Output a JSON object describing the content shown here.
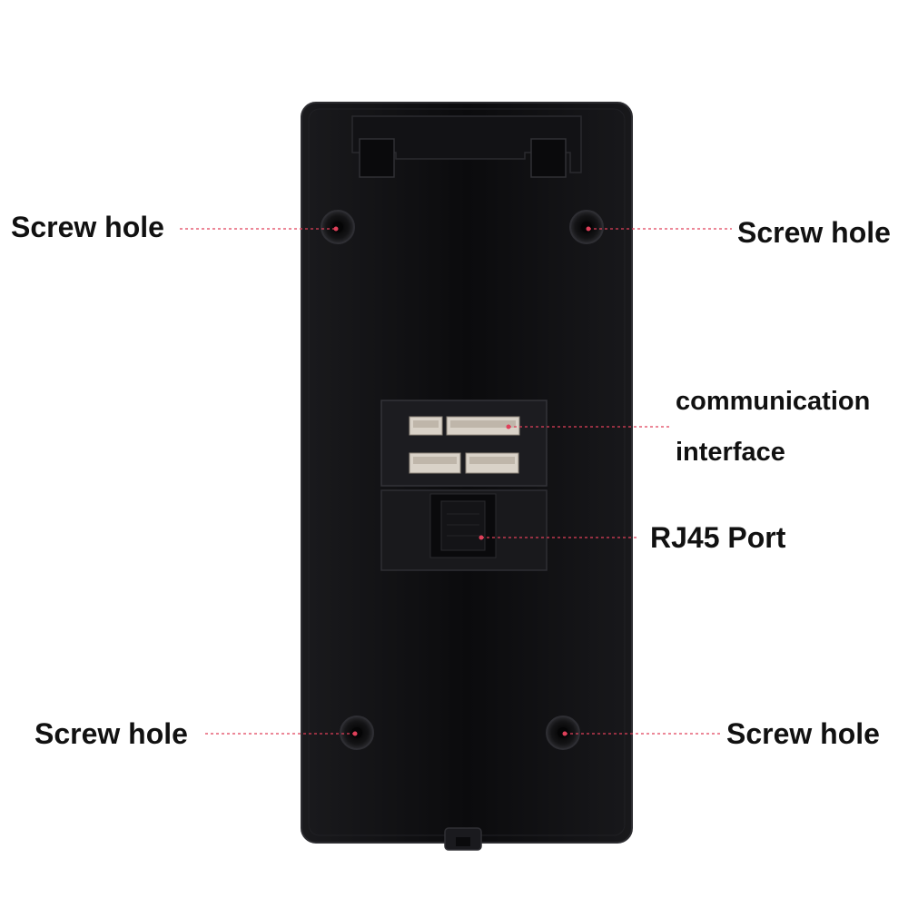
{
  "labels": {
    "screw_hole_top_left": "Screw hole",
    "screw_hole_top_right": "Screw hole",
    "screw_hole_bottom_left": "Screw hole",
    "screw_hole_bottom_right": "Screw hole",
    "communication_line1": "communication",
    "communication_line2": "interface",
    "rj45_port": "RJ45 Port"
  },
  "colors": {
    "device_body": "#0d0d0f",
    "leader_line": "#e0405a",
    "connector": "#d9d2c8",
    "label_text": "#111111"
  }
}
